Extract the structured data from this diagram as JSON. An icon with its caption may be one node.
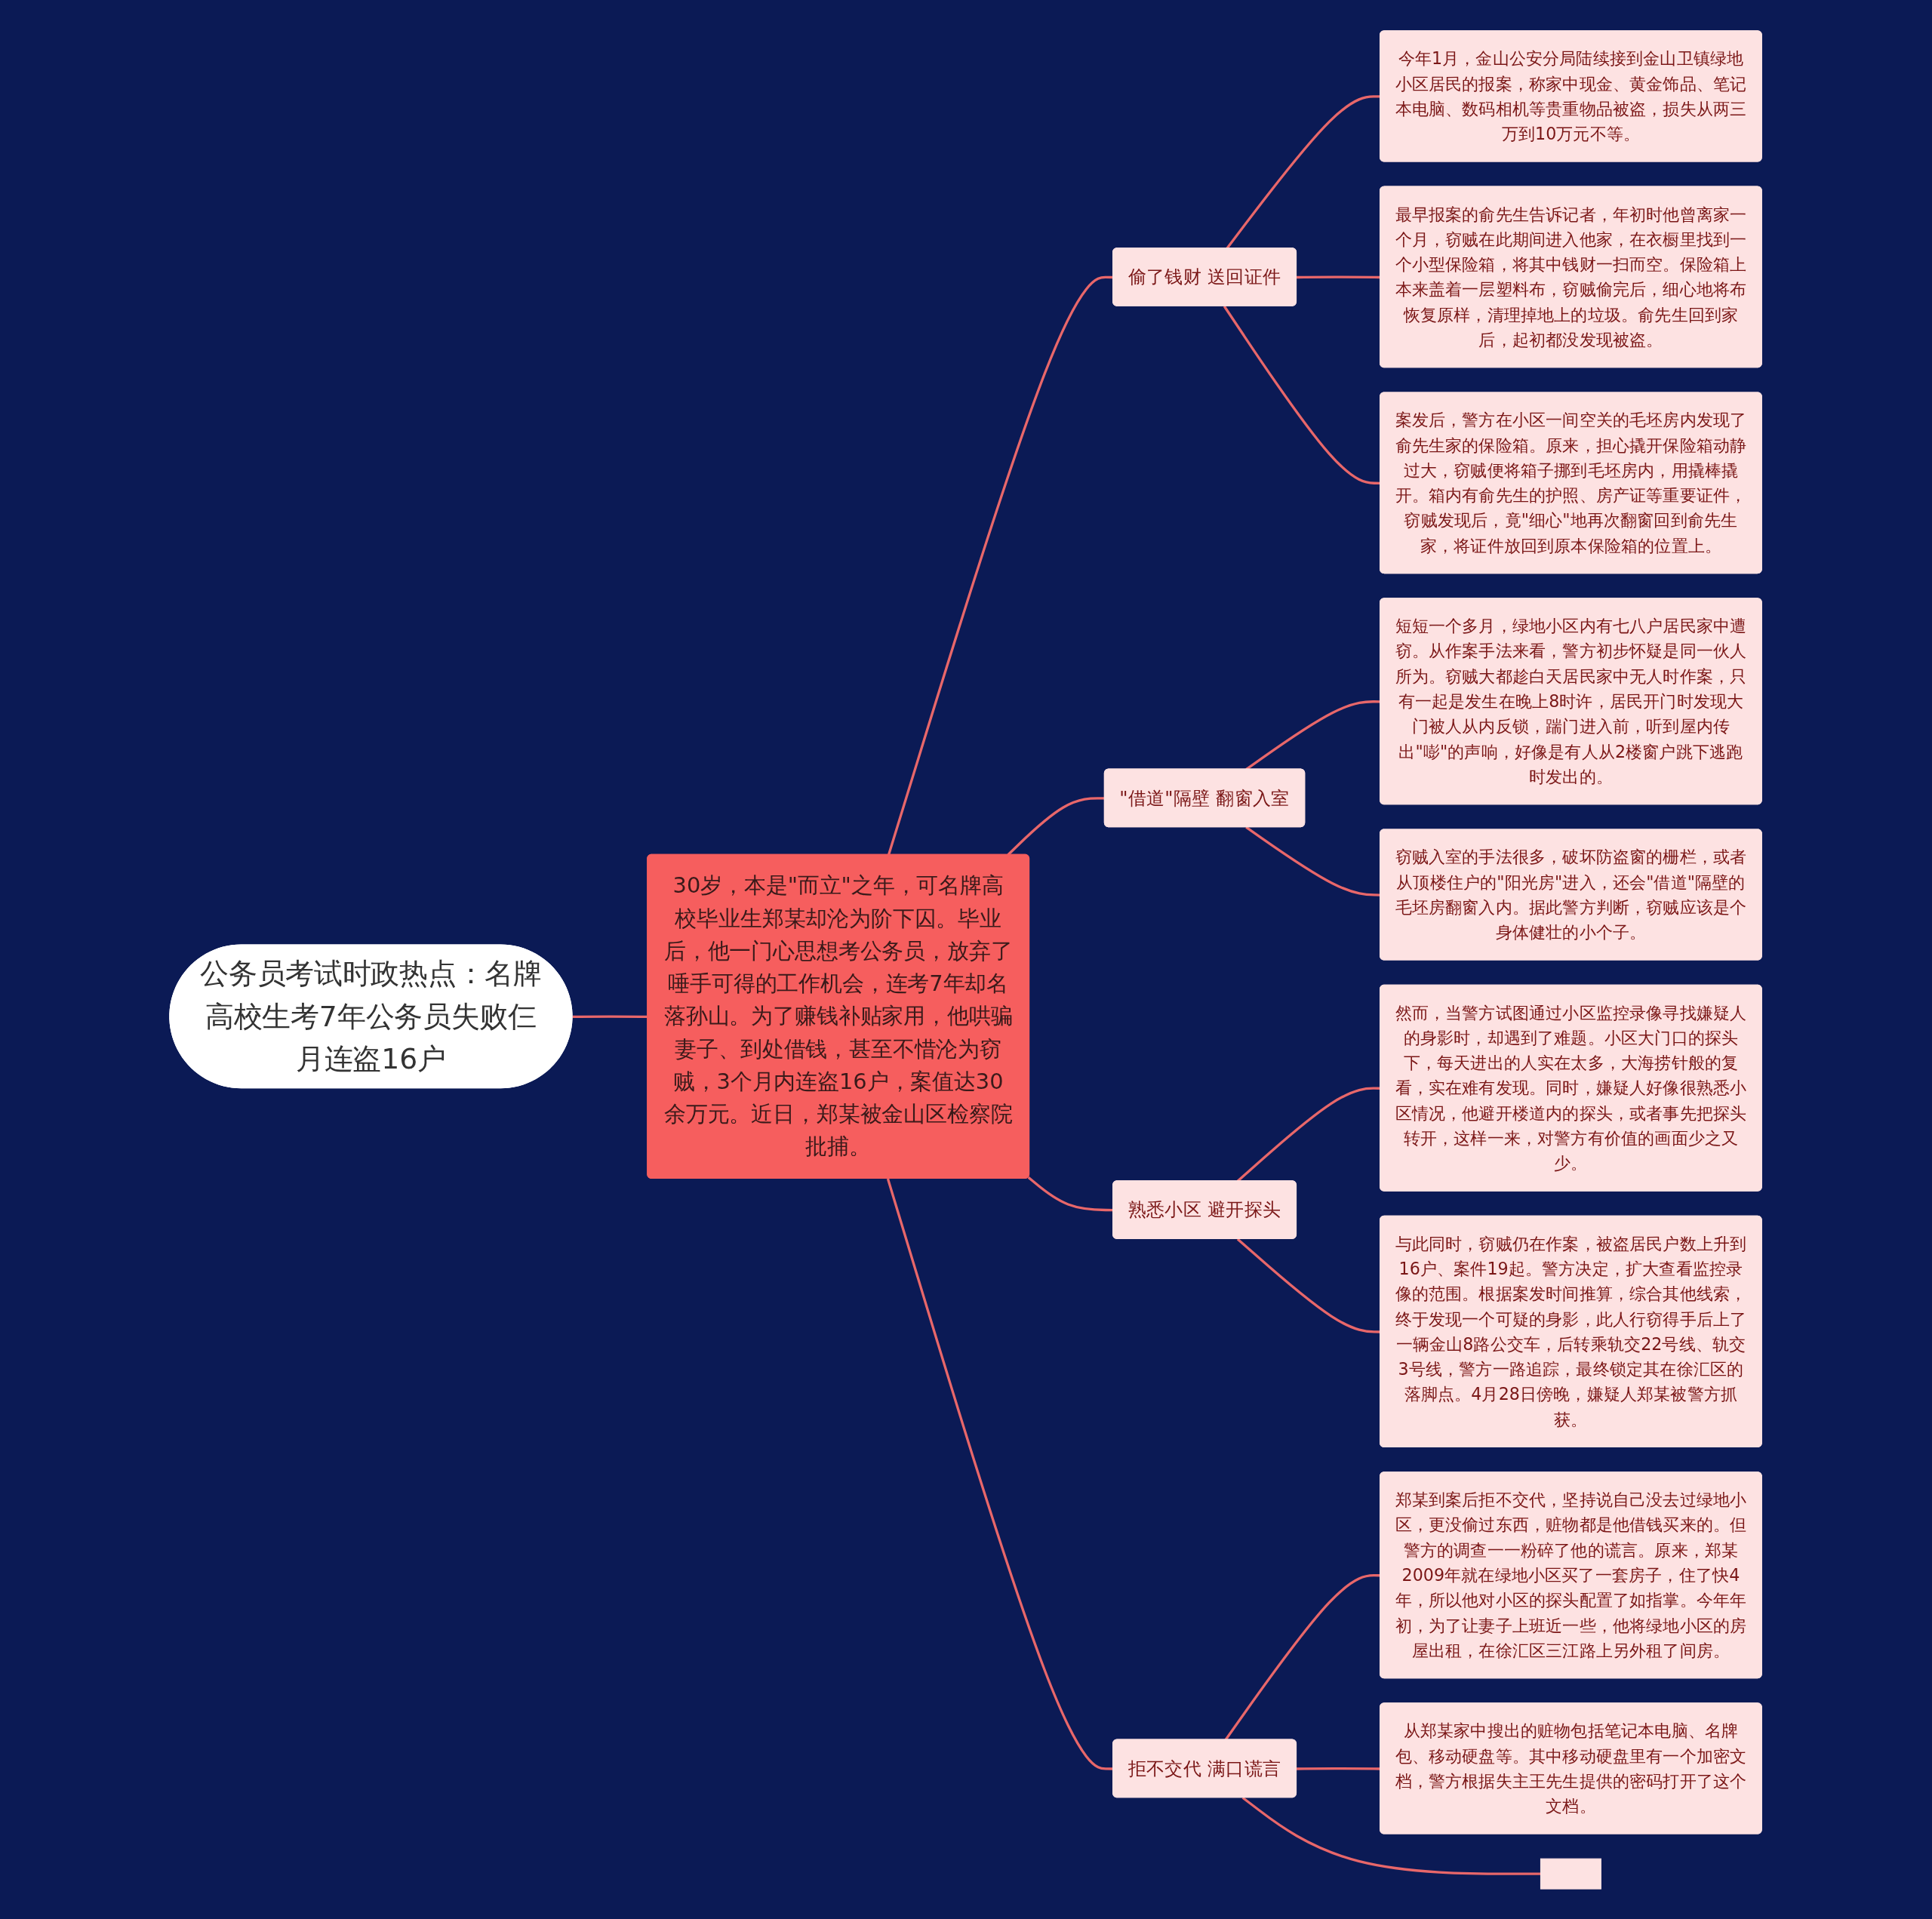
{
  "diagram": {
    "nodes": [
      {
        "text": [
          "公务员考试时政热点：名牌高校生考7年公务员失败仨月连盗16户"
        ]
      },
      {
        "text": [
          "30岁，本是\"而立\"之年，可名牌高校毕业生郑某却沦为阶下囚。毕业后，他一门心思想考公务员，放弃了唾手可得的工作机会，连考7年却名落孙山。为了赚钱补贴家用，他哄骗妻子、到处借钱，甚至不惜沦为窃贼，3个月内连盗16户，案值达30余万元。近日，郑某被金山区检察院批捕。"
        ]
      },
      {
        "text": [
          "偷了钱财 送回证件"
        ]
      },
      {
        "text": [
          "今年1月，金山公安分局陆续接到金山卫镇绿地小区居民的报案，称家中现金、黄金饰品、笔记本电脑、数码相机等贵重物品被盗，损失从两三万到10万元不等。"
        ]
      },
      {
        "text": [
          "最早报案的俞先生告诉记者，年初时他曾离家一个月，窃贼在此期间进入他家，在衣橱里找到一个小型保险箱，将其中钱财一扫而空。保险箱上本来盖着一层塑料布，窃贼偷完后，细心地将布恢复原样，清理掉地上的垃圾。俞先生回到家后，起初都没发现被盗。"
        ]
      },
      {
        "text": [
          "案发后，警方在小区一间空关的毛坯房内发现了俞先生家的保险箱。原来，担心撬开保险箱动静过大，窃贼便将箱子挪到毛坯房内，用撬棒撬开。箱内有俞先生的护照、房产证等重要证件，窃贼发现后，竟\"细心\"地再次翻窗回到俞先生家，将证件放回到原本保险箱的位置上。"
        ]
      },
      {
        "text": [
          "\"借道\"隔壁 翻窗入室"
        ]
      },
      {
        "text": [
          "短短一个多月，绿地小区内有七八户居民家中遭窃。从作案手法来看，警方初步怀疑是同一伙人所为。窃贼大都趁白天居民家中无人时作案，只有一起是发生在晚上8时许，居民开门时发现大门被人从内反锁，踹门进入前，听到屋内传出\"嘭\"的声响，好像是有人从2楼窗户跳下逃跑时发出的。"
        ]
      },
      {
        "text": [
          "窃贼入室的手法很多，破坏防盗窗的栅栏，或者从顶楼住户的\"阳光房\"进入，还会\"借道\"隔壁的毛坯房翻窗入内。据此警方判断，窃贼应该是个身体健壮的小个子。"
        ]
      },
      {
        "text": [
          "熟悉小区 避开探头"
        ]
      },
      {
        "text": [
          "然而，当警方试图通过小区监控录像寻找嫌疑人的身影时，却遇到了难题。小区大门口的探头下，每天进出的人实在太多，大海捞针般的复看，实在难有发现。同时，嫌疑人好像很熟悉小区情况，他避开楼道内的探头，或者事先把探头转开，这样一来，对警方有价值的画面少之又少。"
        ]
      },
      {
        "text": [
          "与此同时，窃贼仍在作案，被盗居民户数上升到16户、案件19起。警方决定，扩大查看监控录像的范围。根据案发时间推算，综合其他线索，终于发现一个可疑的身影，此人行窃得手后上了一辆金山8路公交车，后转乘轨交22号线、轨交3号线，警方一路追踪，最终锁定其在徐汇区的落脚点。4月28日傍晚，嫌疑人郑某被警方抓获。"
        ]
      },
      {
        "text": [
          "拒不交代 满口谎言"
        ]
      },
      {
        "text": [
          "郑某到案后拒不交代，坚持说自己没去过绿地小区，更没偷过东西，赃物都是他借钱买来的。但警方的调查一一粉碎了他的谎言。原来，郑某2009年就在绿地小区买了一套房子，住了快4年，所以他对小区的探头配置了如指掌。今年年初，为了让妻子上班近一些，他将绿地小区的房屋出租，在徐汇区三江路上另外租了间房。"
        ]
      },
      {
        "text": [
          "从郑某家中搜出的赃物包括笔记本电脑、名牌包、移动硬盘等。其中移动硬盘里有一个加密文档，警方根据失主王先生提供的密码打开了这个文档。"
        ]
      },
      {
        "text": [],
        "shape": "box"
      }
    ],
    "edges": [
      {
        "from": 0,
        "to": 1,
        "arrow": "none"
      },
      {
        "from": 1,
        "to": 2,
        "arrow": "none"
      },
      {
        "from": 2,
        "to": 3,
        "arrow": "none"
      },
      {
        "from": 2,
        "to": 4,
        "arrow": "none"
      },
      {
        "from": 2,
        "to": 5,
        "arrow": "none"
      },
      {
        "from": 1,
        "to": 6,
        "arrow": "none"
      },
      {
        "from": 6,
        "to": 7,
        "arrow": "none"
      },
      {
        "from": 6,
        "to": 8,
        "arrow": "none"
      },
      {
        "from": 1,
        "to": 9,
        "arrow": "none"
      },
      {
        "from": 9,
        "to": 10,
        "arrow": "none"
      },
      {
        "from": 9,
        "to": 11,
        "arrow": "none"
      },
      {
        "from": 1,
        "to": 12,
        "arrow": "none"
      },
      {
        "from": 12,
        "to": 13,
        "arrow": "none"
      },
      {
        "from": 12,
        "to": 14,
        "arrow": "none"
      },
      {
        "from": 12,
        "to": 15,
        "arrow": "none"
      }
    ]
  }
}
